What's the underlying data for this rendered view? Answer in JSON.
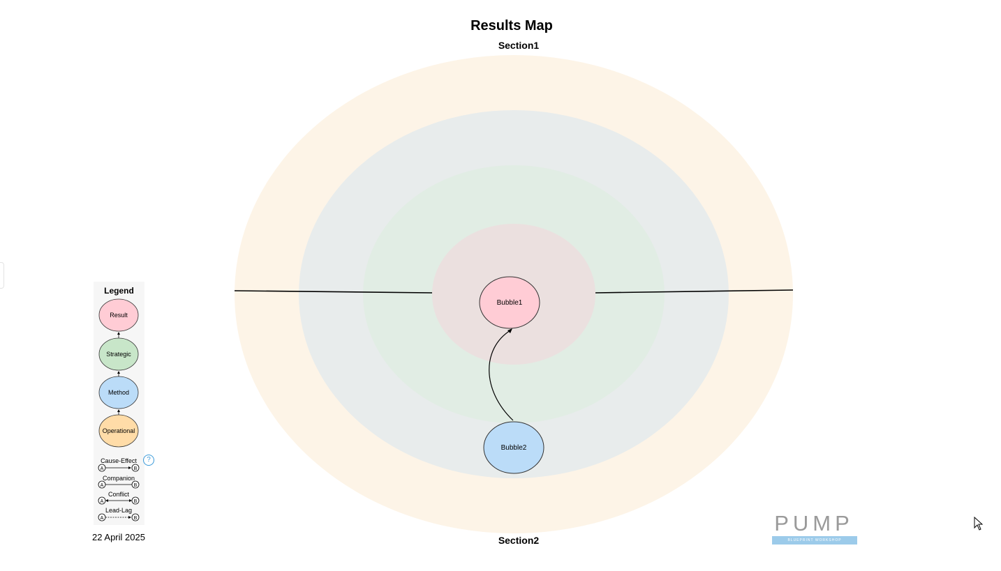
{
  "title": "Results Map",
  "sections": {
    "top": "Section1",
    "bottom": "Section2"
  },
  "rings": [
    {
      "name": "Operational",
      "color": "#fdf4e7"
    },
    {
      "name": "Method",
      "color": "#e8ecec"
    },
    {
      "name": "Strategic",
      "color": "#e1ede4"
    },
    {
      "name": "Result",
      "color": "#ebe0df"
    }
  ],
  "bubbles": [
    {
      "id": "bubble1",
      "label": "Bubble1",
      "type": "Result",
      "color": "#ffccd5"
    },
    {
      "id": "bubble2",
      "label": "Bubble2",
      "type": "Method",
      "color": "#bbdcf8"
    }
  ],
  "connections": [
    {
      "from": "Bubble2",
      "to": "Bubble1",
      "kind": "Cause-Effect"
    }
  ],
  "legend": {
    "title": "Legend",
    "levels": [
      {
        "label": "Result",
        "color": "#ffccd5"
      },
      {
        "label": "Strategic",
        "color": "#c8e6c9"
      },
      {
        "label": "Method",
        "color": "#bbdcf8"
      },
      {
        "label": "Operational",
        "color": "#ffdca8"
      }
    ],
    "relations": [
      "Cause-Effect",
      "Companion",
      "Conflict",
      "Lead-Lag"
    ],
    "node_a": "A",
    "node_b": "B",
    "help": "?"
  },
  "date": "22 April 2025",
  "logo": {
    "text": "PUMP",
    "subtitle": "BLUEPRINT WORKSHOP"
  }
}
